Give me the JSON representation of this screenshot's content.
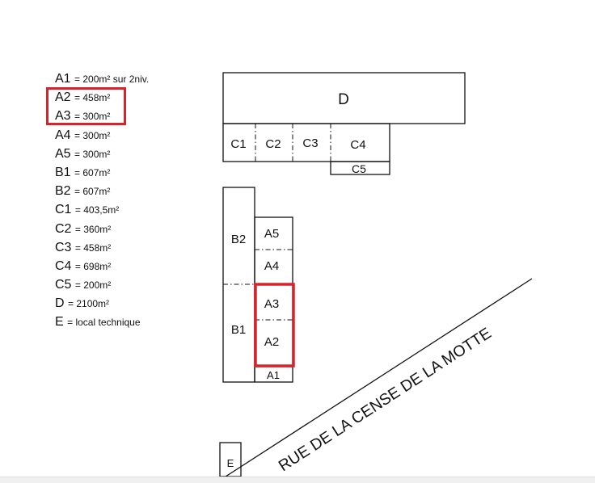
{
  "legend": [
    {
      "key": "A1",
      "value": "= 200m² sur 2niv."
    },
    {
      "key": "A2",
      "value": "= 458m²"
    },
    {
      "key": "A3",
      "value": "= 300m²"
    },
    {
      "key": "A4",
      "value": "= 300m²"
    },
    {
      "key": "A5",
      "value": "= 300m²"
    },
    {
      "key": "B1",
      "value": "= 607m²"
    },
    {
      "key": "B2",
      "value": "= 607m²"
    },
    {
      "key": "C1",
      "value": "= 403,5m²"
    },
    {
      "key": "C2",
      "value": "= 360m²"
    },
    {
      "key": "C3",
      "value": "= 458m²"
    },
    {
      "key": "C4",
      "value": "= 698m²"
    },
    {
      "key": "C5",
      "value": "= 200m²"
    },
    {
      "key": "D",
      "value": "= 2100m²"
    },
    {
      "key": "E",
      "value": "= local technique"
    }
  ],
  "plan": {
    "D": "D",
    "C1": "C1",
    "C2": "C2",
    "C3": "C3",
    "C4": "C4",
    "C5": "C5",
    "B1": "B1",
    "B2": "B2",
    "A1": "A1",
    "A2": "A2",
    "A3": "A3",
    "A4": "A4",
    "A5": "A5",
    "E": "E",
    "street": "RUE DE LA CENSE DE LA MOTTE"
  },
  "colors": {
    "highlight": "#d9222a",
    "line": "#111111"
  }
}
